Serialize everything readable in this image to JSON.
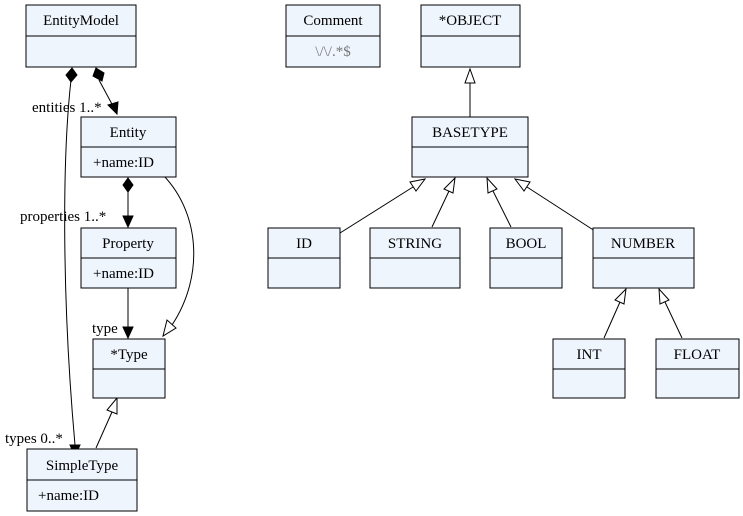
{
  "classes": {
    "entity_model": {
      "name": "EntityModel",
      "attr": ""
    },
    "entity": {
      "name": "Entity",
      "attr": "+name:ID"
    },
    "property": {
      "name": "Property",
      "attr": "+name:ID"
    },
    "type": {
      "name": "*Type",
      "attr": ""
    },
    "simple_type": {
      "name": "SimpleType",
      "attr": "+name:ID"
    },
    "comment": {
      "name": "Comment",
      "attr": "\\/\\/.*$"
    },
    "object": {
      "name": "*OBJECT",
      "attr": ""
    },
    "basetype": {
      "name": "BASETYPE",
      "attr": ""
    },
    "id": {
      "name": "ID",
      "attr": ""
    },
    "string": {
      "name": "STRING",
      "attr": ""
    },
    "bool": {
      "name": "BOOL",
      "attr": ""
    },
    "number": {
      "name": "NUMBER",
      "attr": ""
    },
    "int": {
      "name": "INT",
      "attr": ""
    },
    "float": {
      "name": "FLOAT",
      "attr": ""
    }
  },
  "edge_labels": {
    "entities": "entities 1..*",
    "properties": "properties 1..*",
    "type": "type",
    "types": "types 0..*"
  },
  "colors": {
    "class_fill": "#eef5fd",
    "stroke": "#000000",
    "pattern_text": "#777777"
  }
}
